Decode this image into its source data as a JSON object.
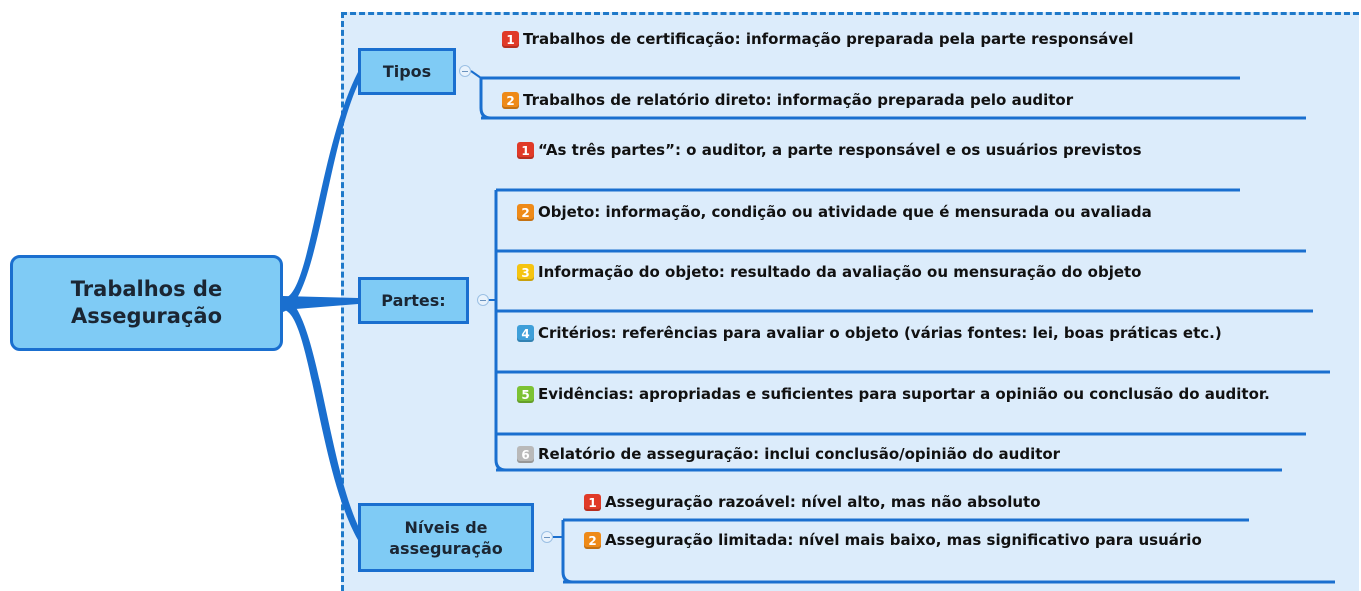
{
  "central": {
    "label": "Trabalhos de\nAsseguração"
  },
  "colors": {
    "topic_fill": "#7fcbf5",
    "topic_border": "#1a6fcf",
    "line": "#1a6fcf",
    "frame_fill": "#dcecfb",
    "marker_1": "#e03a28",
    "marker_2": "#ee8a18",
    "marker_3": "#f5c411",
    "marker_4": "#3e9fd9",
    "marker_5": "#7cc233",
    "marker_6": "#b9b9b9"
  },
  "branches": [
    {
      "id": "tipos",
      "label": "Tipos",
      "children": [
        {
          "marker": "1",
          "text": "Trabalhos de certificação: informação preparada pela parte responsável"
        },
        {
          "marker": "2",
          "text": "Trabalhos de relatório direto: informação preparada pelo auditor"
        }
      ]
    },
    {
      "id": "partes",
      "label": "Partes:",
      "children": [
        {
          "marker": "1",
          "text": "“As três partes”: o auditor, a parte responsável e os usuários previstos"
        },
        {
          "marker": "2",
          "text": "Objeto: informação, condição ou atividade que é mensurada ou avaliada"
        },
        {
          "marker": "3",
          "text": "Informação do objeto: resultado da avaliação ou mensuração do objeto"
        },
        {
          "marker": "4",
          "text": "Critérios: referências para avaliar o objeto (várias fontes: lei, boas práticas etc.)"
        },
        {
          "marker": "5",
          "text": "Evidências: apropriadas e suficientes para suportar a opinião ou conclusão do auditor."
        },
        {
          "marker": "6",
          "text": "Relatório de asseguração: inclui conclusão/opinião do auditor"
        }
      ]
    },
    {
      "id": "niveis",
      "label": "Níveis de\nasseguração",
      "children": [
        {
          "marker": "1",
          "text": "Asseguração razoável: nível alto, mas não absoluto"
        },
        {
          "marker": "2",
          "text": "Asseguração limitada: nível mais baixo, mas significativo para usuário"
        }
      ]
    }
  ]
}
